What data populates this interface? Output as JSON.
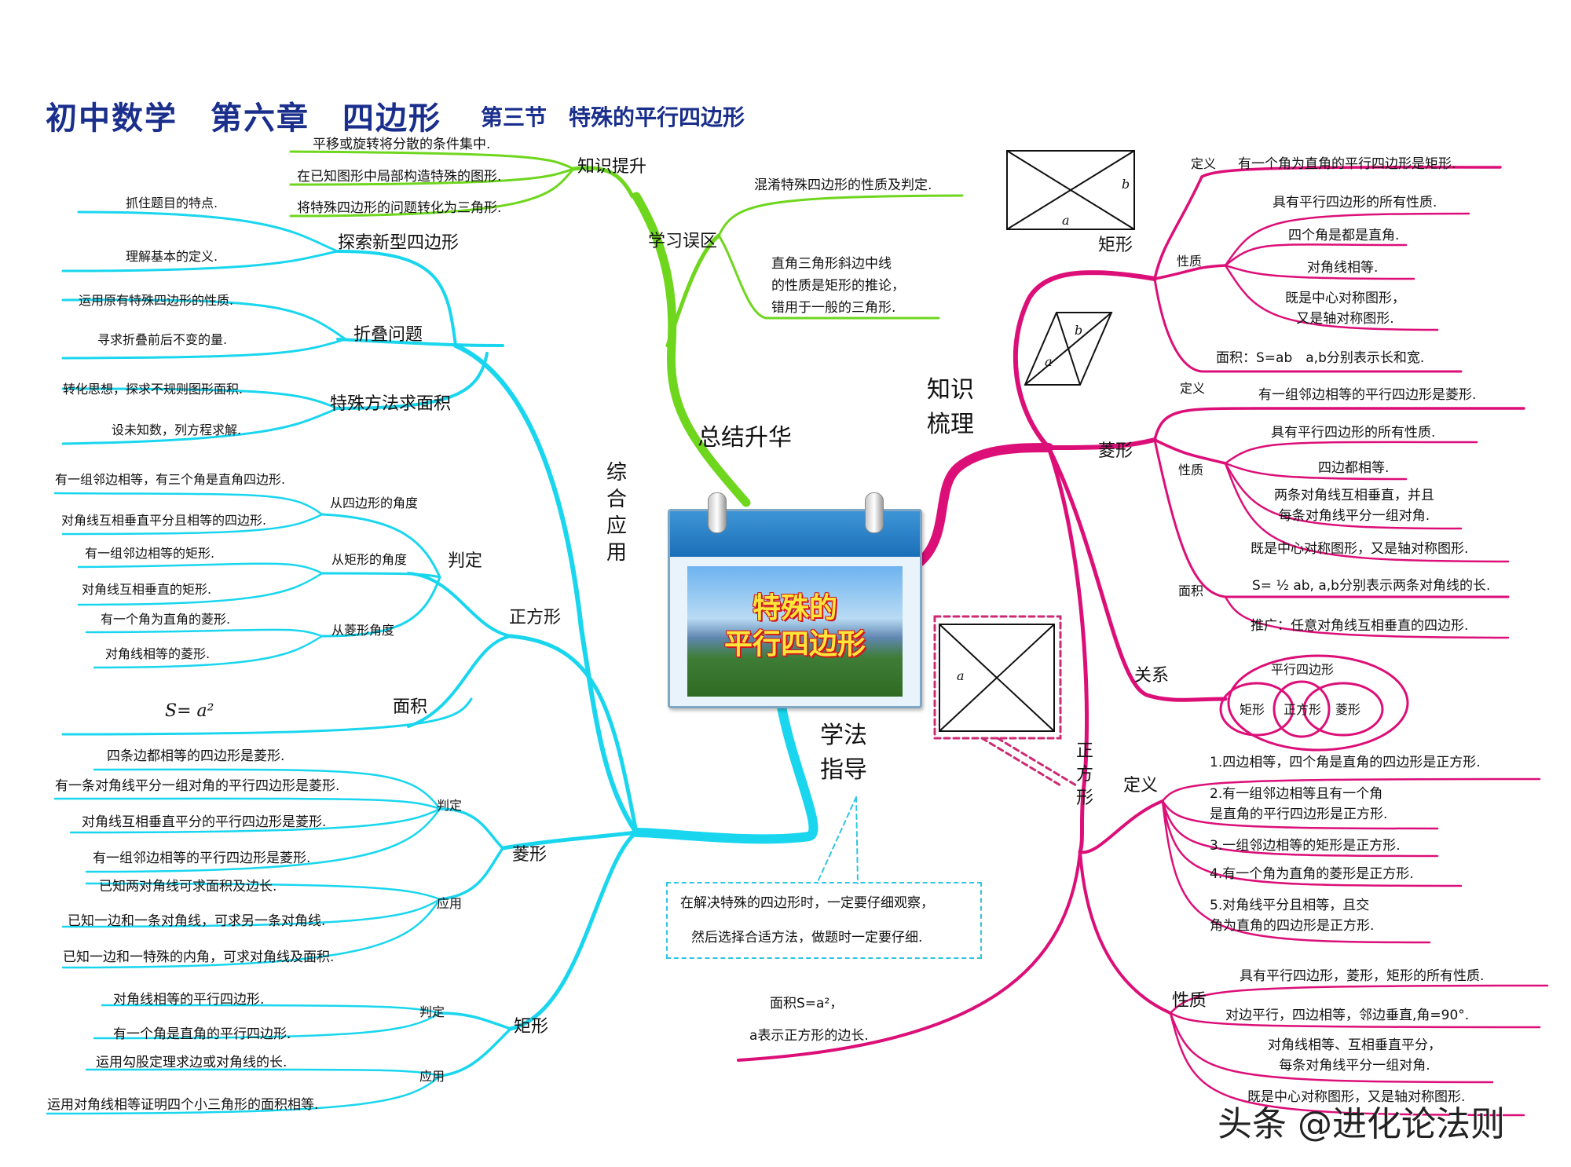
{
  "title": {
    "main": "初中数学　第六章　四边形",
    "section": "第三节　特殊的平行四边形"
  },
  "center": {
    "line1": "特殊的",
    "line2": "平行四边形"
  },
  "branches": {
    "summary": "总结升华",
    "knowledge": "知识\n梳理",
    "method": "学法\n指导",
    "apply": "综合应用"
  },
  "summary": {
    "upgrade": {
      "label": "知识提升",
      "items": [
        "平移或旋转将分散的条件集中.",
        "在已知图形中局部构造特殊的图形.",
        "将特殊四边形的问题转化为三角形."
      ]
    },
    "mistakes": {
      "label": "学习误区",
      "items": [
        "混淆特殊四边形的性质及判定.",
        "直角三角形斜边中线\n的性质是矩形的推论，\n错用于一般的三角形."
      ]
    }
  },
  "method": {
    "note_line1": "在解决特殊的四边形时，一定要仔细观察，",
    "note_line2": "然后选择合适方法，做题时一定要仔细."
  },
  "apply": {
    "explore": {
      "label": "探索新型四边形",
      "items": [
        "抓住题目的特点.",
        "理解基本的定义."
      ]
    },
    "fold": {
      "label": "折叠问题",
      "items": [
        "运用原有特殊四边形的性质.",
        "寻求折叠前后不变的量."
      ]
    },
    "area_method": {
      "label": "特殊方法求面积",
      "items": [
        "转化思想，探求不规则图形面积.",
        "设未知数，列方程求解."
      ]
    },
    "square": {
      "label": "正方形",
      "judge_label": "判定",
      "angle1": {
        "label": "从四边形的角度",
        "items": [
          "有一组邻边相等，有三个角是直角四边形.",
          "对角线互相垂直平分且相等的四边形."
        ]
      },
      "angle2": {
        "label": "从矩形的角度",
        "items": [
          "有一组邻边相等的矩形.",
          "对角线互相垂直的矩形."
        ]
      },
      "angle3": {
        "label": "从菱形角度",
        "items": [
          "有一个角为直角的菱形.",
          "对角线相等的菱形."
        ]
      },
      "area_label": "面积",
      "area_formula": "S= a²"
    },
    "rhombus": {
      "label": "菱形",
      "judge_label": "判定",
      "judge": [
        "四条边都相等的四边形是菱形.",
        "有一条对角线平分一组对角的平行四边形是菱形.",
        "对角线互相垂直平分的平行四边形是菱形.",
        "有一组邻边相等的平行四边形是菱形."
      ],
      "use_label": "应用",
      "use": [
        "已知两对角线可求面积及边长.",
        "已知一边和一条对角线，可求另一条对角线.",
        "已知一边和一特殊的内角，可求对角线及面积."
      ]
    },
    "rect": {
      "label": "矩形",
      "judge_label": "判定",
      "judge": [
        "对角线相等的平行四边形.",
        "有一个角是直角的平行四边形."
      ],
      "use_label": "应用",
      "use": [
        "运用勾股定理求边或对角线的长.",
        "运用对角线相等证明四个小三角形的面积相等."
      ]
    }
  },
  "knowledge": {
    "rect": {
      "label": "矩形",
      "def_label": "定义",
      "def": "有一个角为直角的平行四边形是矩形.",
      "prop_label": "性质",
      "props": [
        "具有平行四边形的所有性质.",
        "四个角是都是直角.",
        "对角线相等.",
        "既是中心对称图形，\n又是轴对称图形."
      ],
      "area": "面积：S=ab　a,b分别表示长和宽."
    },
    "rhombus": {
      "label": "菱形",
      "def_label": "定义",
      "def": "有一组邻边相等的平行四边形是菱形.",
      "prop_label": "性质",
      "props": [
        "具有平行四边形的所有性质.",
        "四边都相等.",
        "两条对角线互相垂直，并且\n每条对角线平分一组对角.",
        "既是中心对称图形，又是轴对称图形."
      ],
      "area_label": "面积",
      "area": "S= ½ ab, a,b分别表示两条对角线的长.",
      "extend": "推广：任意对角线互相垂直的四边形."
    },
    "relation": {
      "label": "关系",
      "outer": "平行四边形",
      "left": "矩形",
      "mid": "正方形",
      "right": "菱形"
    },
    "square": {
      "label": "正\n方\n形",
      "def_label": "定义",
      "defs": [
        "1.四边相等，四个角是直角的四边形是正方形.",
        "2.有一组邻边相等且有一个角\n是直角的平行四边形是正方形.",
        "3.一组邻边相等的矩形是正方形.",
        "4.有一个角为直角的菱形是正方形.",
        "5.对角线平分且相等，且交\n角为直角的四边形是正方形."
      ],
      "prop_label": "性质",
      "props": [
        "具有平行四边形，菱形，矩形的所有性质.",
        "对边平行，四边相等，邻边垂直,角=90°.",
        "对角线相等、互相垂直平分，\n每条对角线平分一组对角.",
        "既是中心对称图形，又是轴对称图形."
      ],
      "area_line1": "面积S=a²，",
      "area_line2": "a表示正方形的边长."
    }
  },
  "figure_labels": {
    "a": "a",
    "b": "b"
  },
  "colors": {
    "green": "#6fd61e",
    "cyan": "#19d6ee",
    "magenta": "#dc0f78",
    "title": "#1a2e8c"
  },
  "watermark": "头条 @进化论法则"
}
